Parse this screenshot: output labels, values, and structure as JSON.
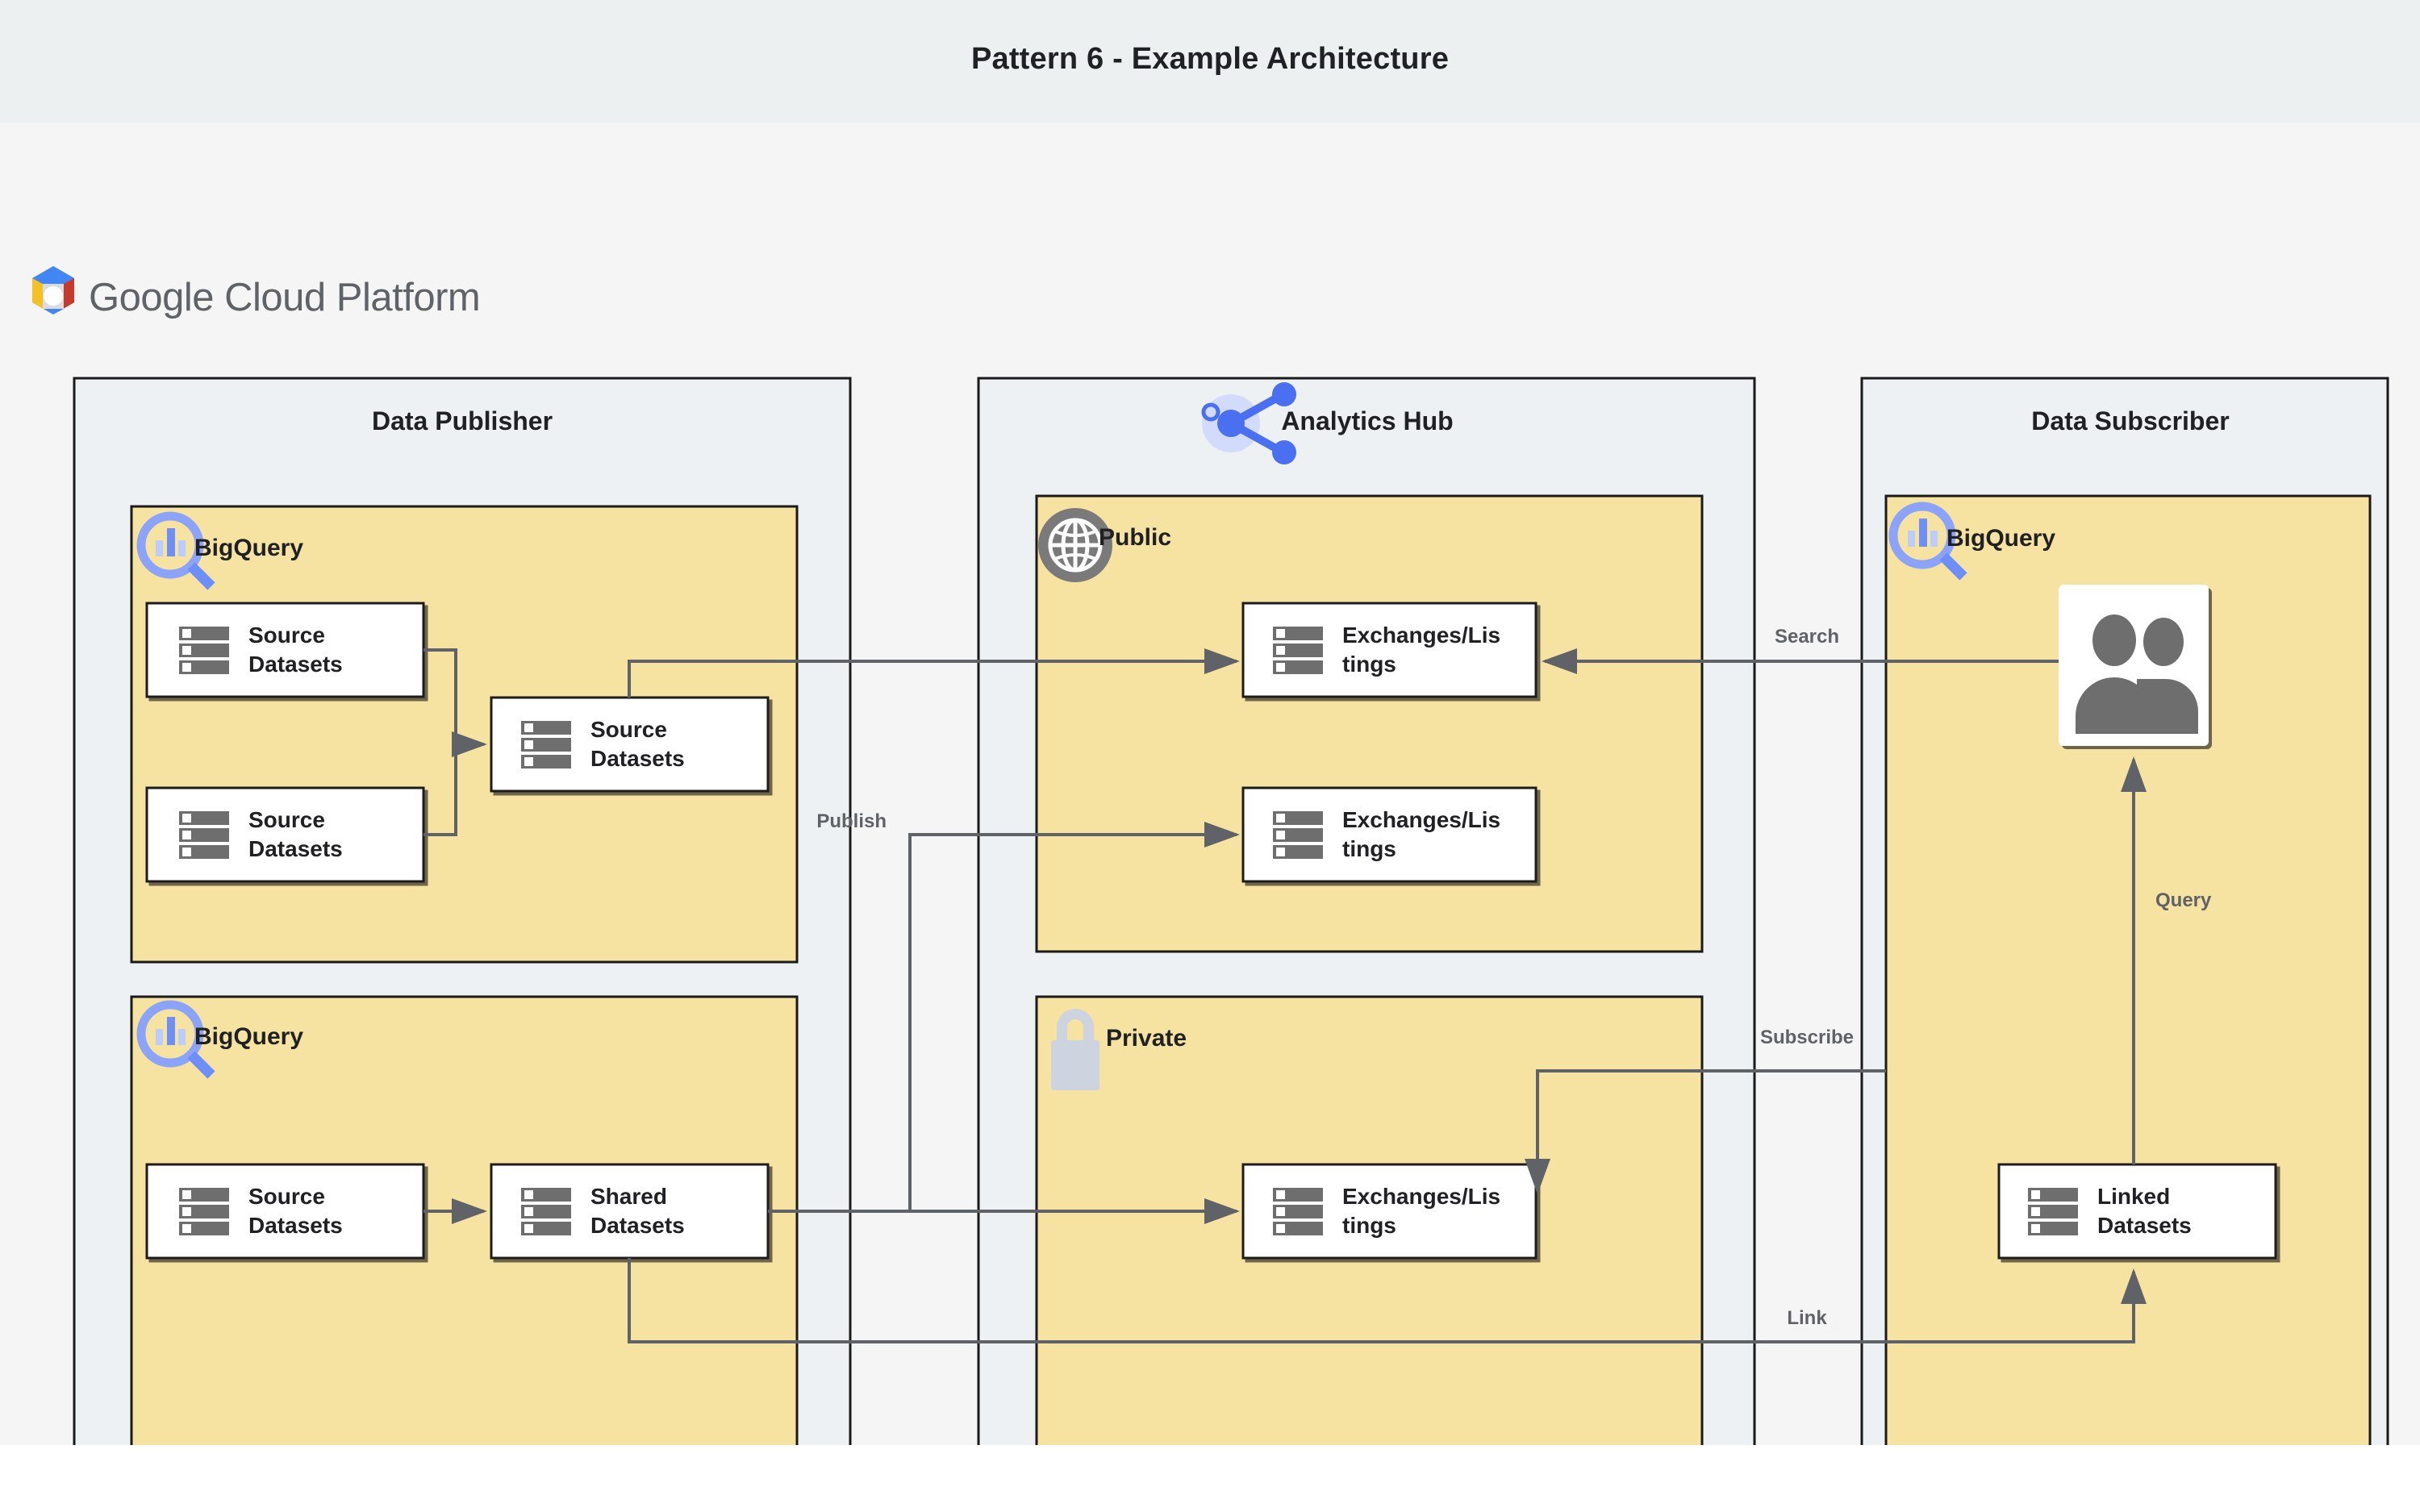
{
  "page": {
    "title": "Pattern 6 - Example Architecture",
    "platform_label_google": "Google",
    "platform_label_cloud": " Cloud Platform",
    "background": "#f5f5f6",
    "title_bar_background": "#ecf0f1"
  },
  "colors": {
    "zone_fill": "#eef1f3",
    "group_fill": "#f7e3a1",
    "node_fill": "#ffffff",
    "stroke": "#1a1a1a",
    "edge_stroke": "#5f6368",
    "icon_gray": "#6e6e6e",
    "bigquery_blue": "#8ba4f9",
    "lock_gray": "#ced3e0",
    "analytics_blue": "#4a6ff0"
  },
  "zones": [
    {
      "id": "data-publisher",
      "title": "Data Publisher"
    },
    {
      "id": "analytics-hub",
      "title": "Analytics Hub",
      "icon": "share-network-icon"
    },
    {
      "id": "data-subscriber",
      "title": "Data Subscriber"
    }
  ],
  "groups": [
    {
      "id": "publisher-bigquery-top",
      "label": "BigQuery",
      "icon": "bigquery-icon"
    },
    {
      "id": "publisher-bigquery-bottom",
      "label": "BigQuery",
      "icon": "bigquery-icon"
    },
    {
      "id": "hub-public",
      "label": "Public",
      "icon": "globe-icon"
    },
    {
      "id": "hub-private",
      "label": "Private",
      "icon": "lock-icon"
    },
    {
      "id": "subscriber-bigquery",
      "label": "BigQuery",
      "icon": "bigquery-icon"
    }
  ],
  "nodes": [
    {
      "id": "source-datasets-1",
      "line1": "Source",
      "line2": "Datasets",
      "icon": "dataset-icon"
    },
    {
      "id": "source-datasets-2",
      "line1": "Source",
      "line2": "Datasets",
      "icon": "dataset-icon"
    },
    {
      "id": "source-datasets-3",
      "line1": "Source",
      "line2": "Datasets",
      "icon": "dataset-icon"
    },
    {
      "id": "source-datasets-4",
      "line1": "Source",
      "line2": "Datasets",
      "icon": "dataset-icon"
    },
    {
      "id": "shared-datasets",
      "line1": "Shared",
      "line2": "Datasets",
      "icon": "dataset-icon"
    },
    {
      "id": "exchanges-listings-1",
      "line1": "Exchanges/Lis",
      "line2": "tings",
      "icon": "dataset-icon"
    },
    {
      "id": "exchanges-listings-2",
      "line1": "Exchanges/Lis",
      "line2": "tings",
      "icon": "dataset-icon"
    },
    {
      "id": "exchanges-listings-3",
      "line1": "Exchanges/Lis",
      "line2": "tings",
      "icon": "dataset-icon"
    },
    {
      "id": "linked-datasets",
      "line1": "Linked",
      "line2": "Datasets",
      "icon": "dataset-icon"
    },
    {
      "id": "subscriber-users",
      "line1": "",
      "line2": "",
      "icon": "users-icon"
    }
  ],
  "edges": [
    {
      "id": "edge-search",
      "label": "Search"
    },
    {
      "id": "edge-publish",
      "label": "Publish"
    },
    {
      "id": "edge-subscribe",
      "label": "Subscribe"
    },
    {
      "id": "edge-query",
      "label": "Query"
    },
    {
      "id": "edge-link",
      "label": "Link"
    }
  ]
}
